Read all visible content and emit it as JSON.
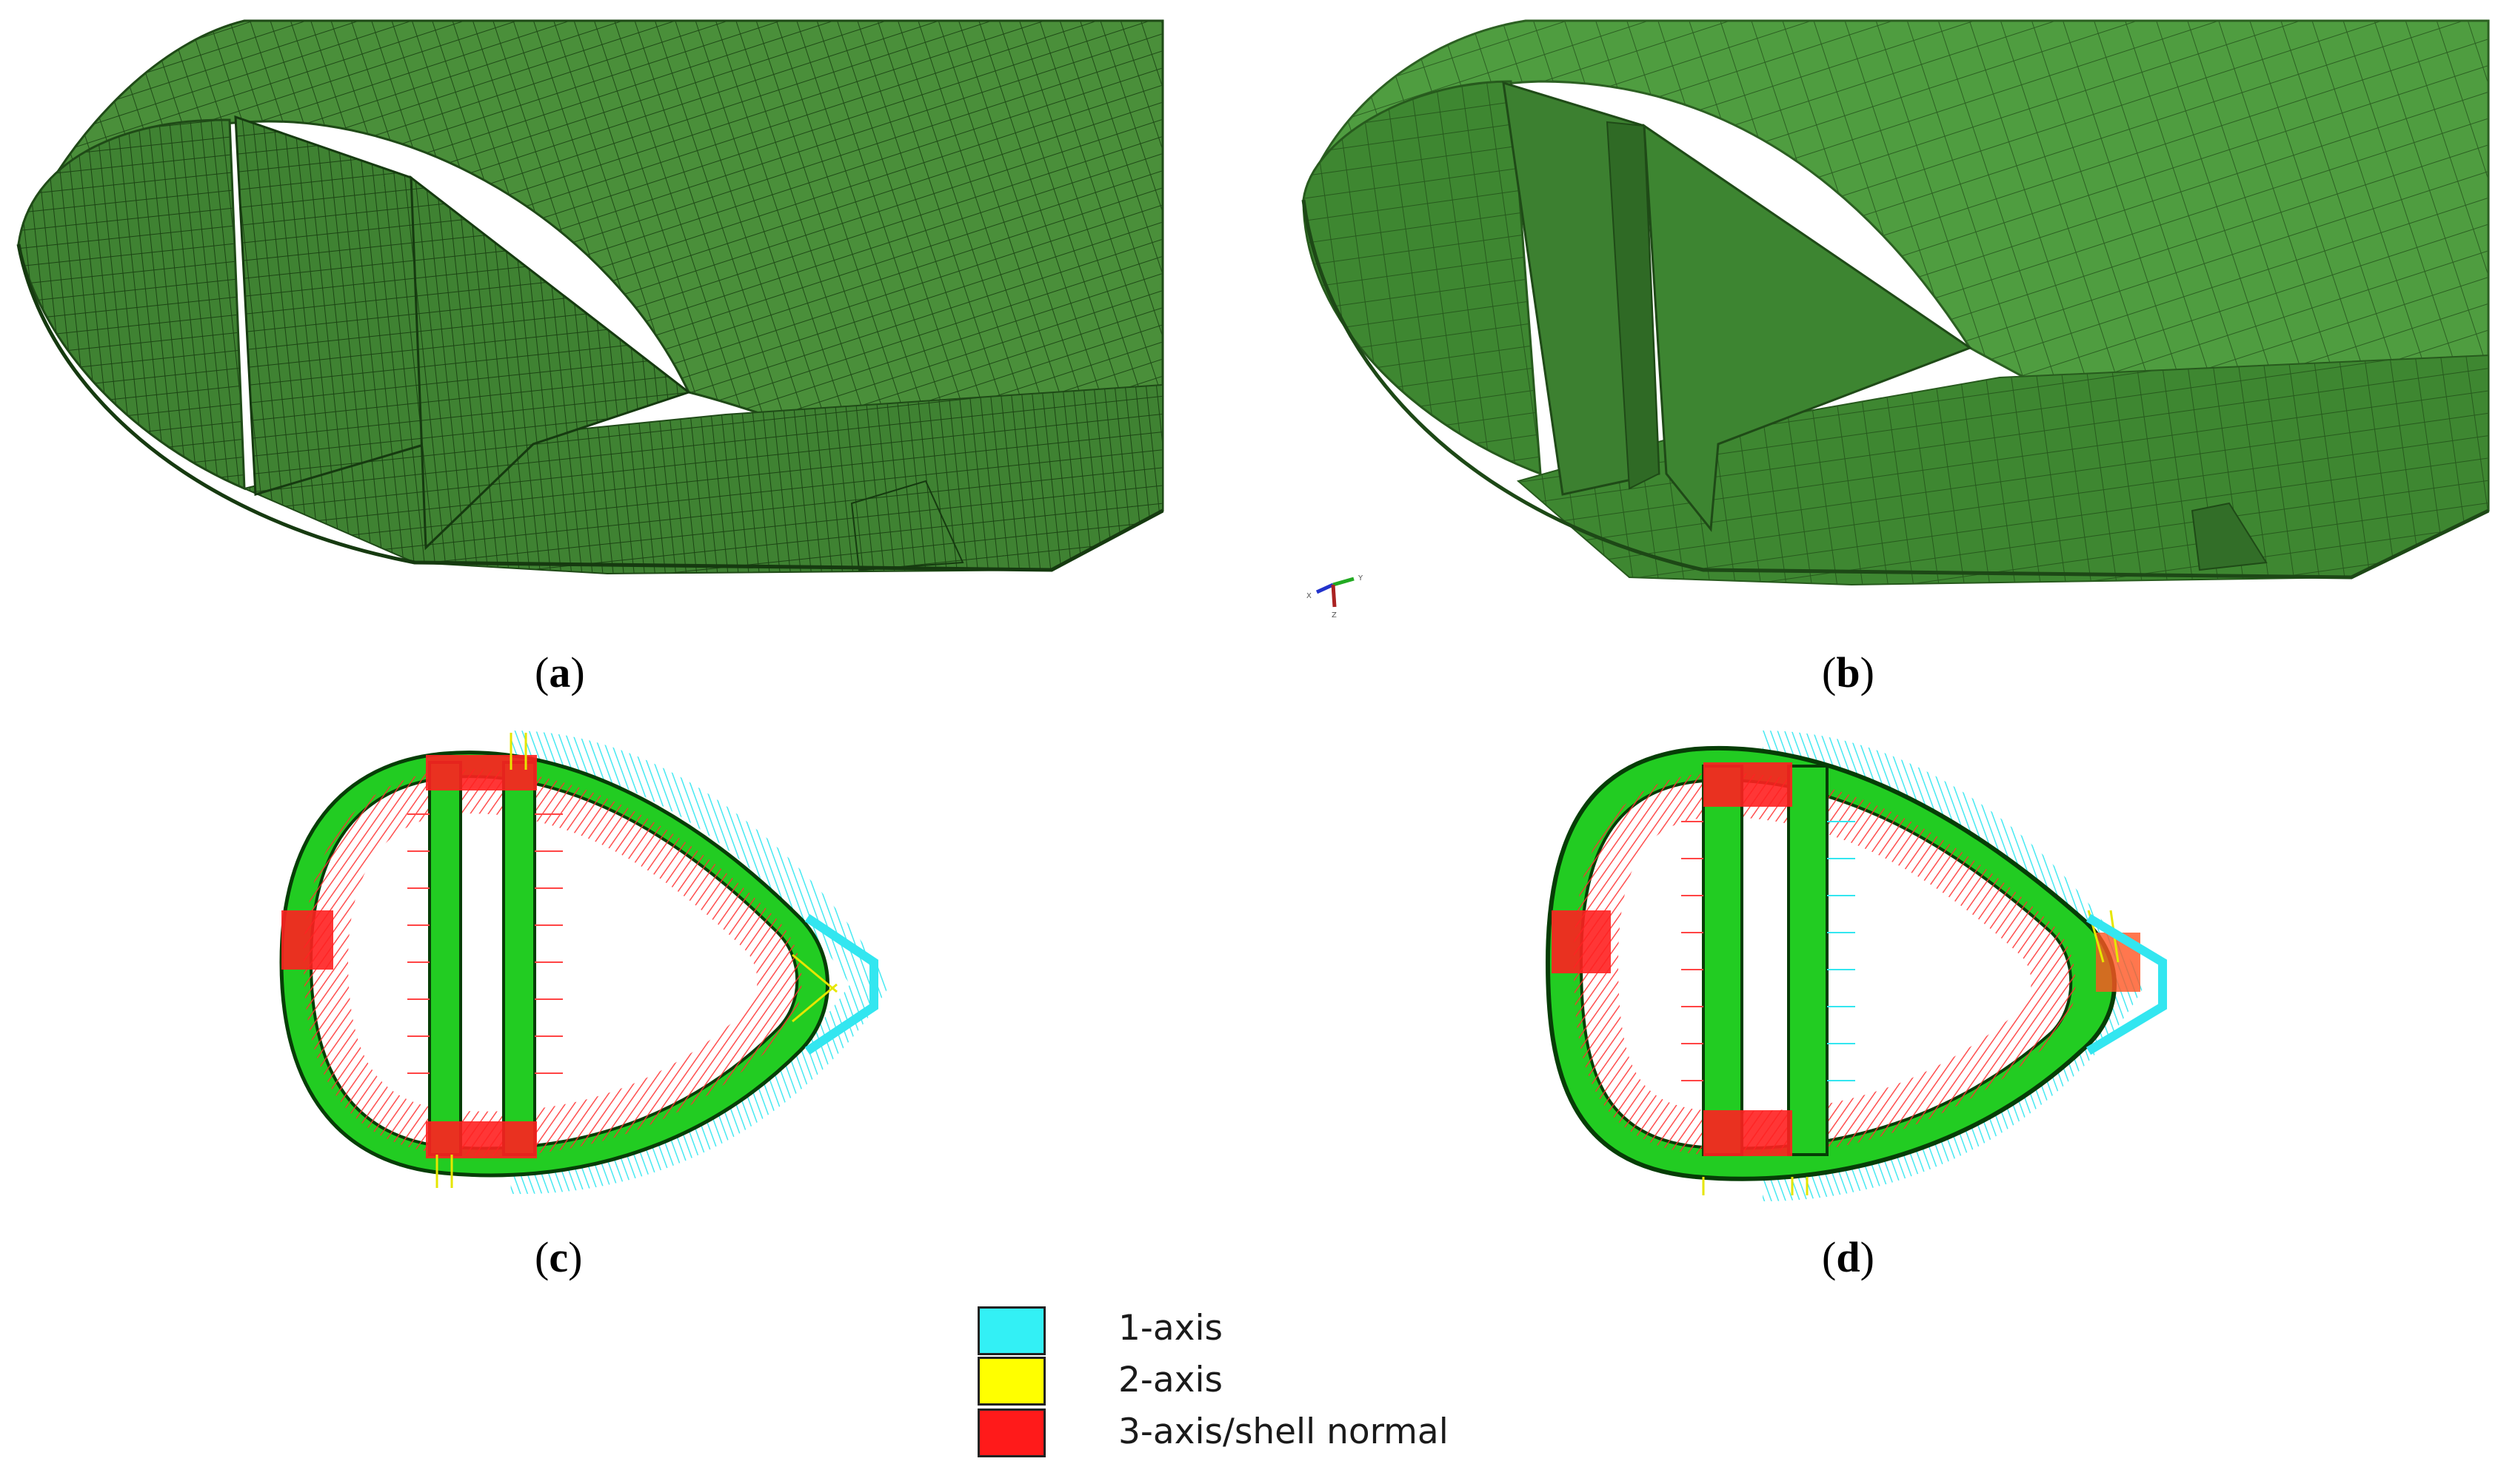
{
  "panels": [
    {
      "id": "a",
      "label": "a"
    },
    {
      "id": "b",
      "label": "b"
    },
    {
      "id": "c",
      "label": "c"
    },
    {
      "id": "d",
      "label": "d"
    }
  ],
  "legend": {
    "items": [
      {
        "label": "1-axis",
        "color": "#33f0f5"
      },
      {
        "label": "2-axis",
        "color": "#ffff00"
      },
      {
        "label": "3-axis/shell normal",
        "color": "#ff1a1a"
      }
    ]
  },
  "colors": {
    "mesh_fill_a": "#4a8f3a",
    "mesh_fill_b": "#4f9d40",
    "mesh_line": "#1f4a17",
    "section_green": "#22cc22",
    "axis1": "#33f0f5",
    "axis2": "#ffff00",
    "axis3": "#ff1a1a"
  },
  "icons": [
    "coordinate-triad-icon"
  ]
}
